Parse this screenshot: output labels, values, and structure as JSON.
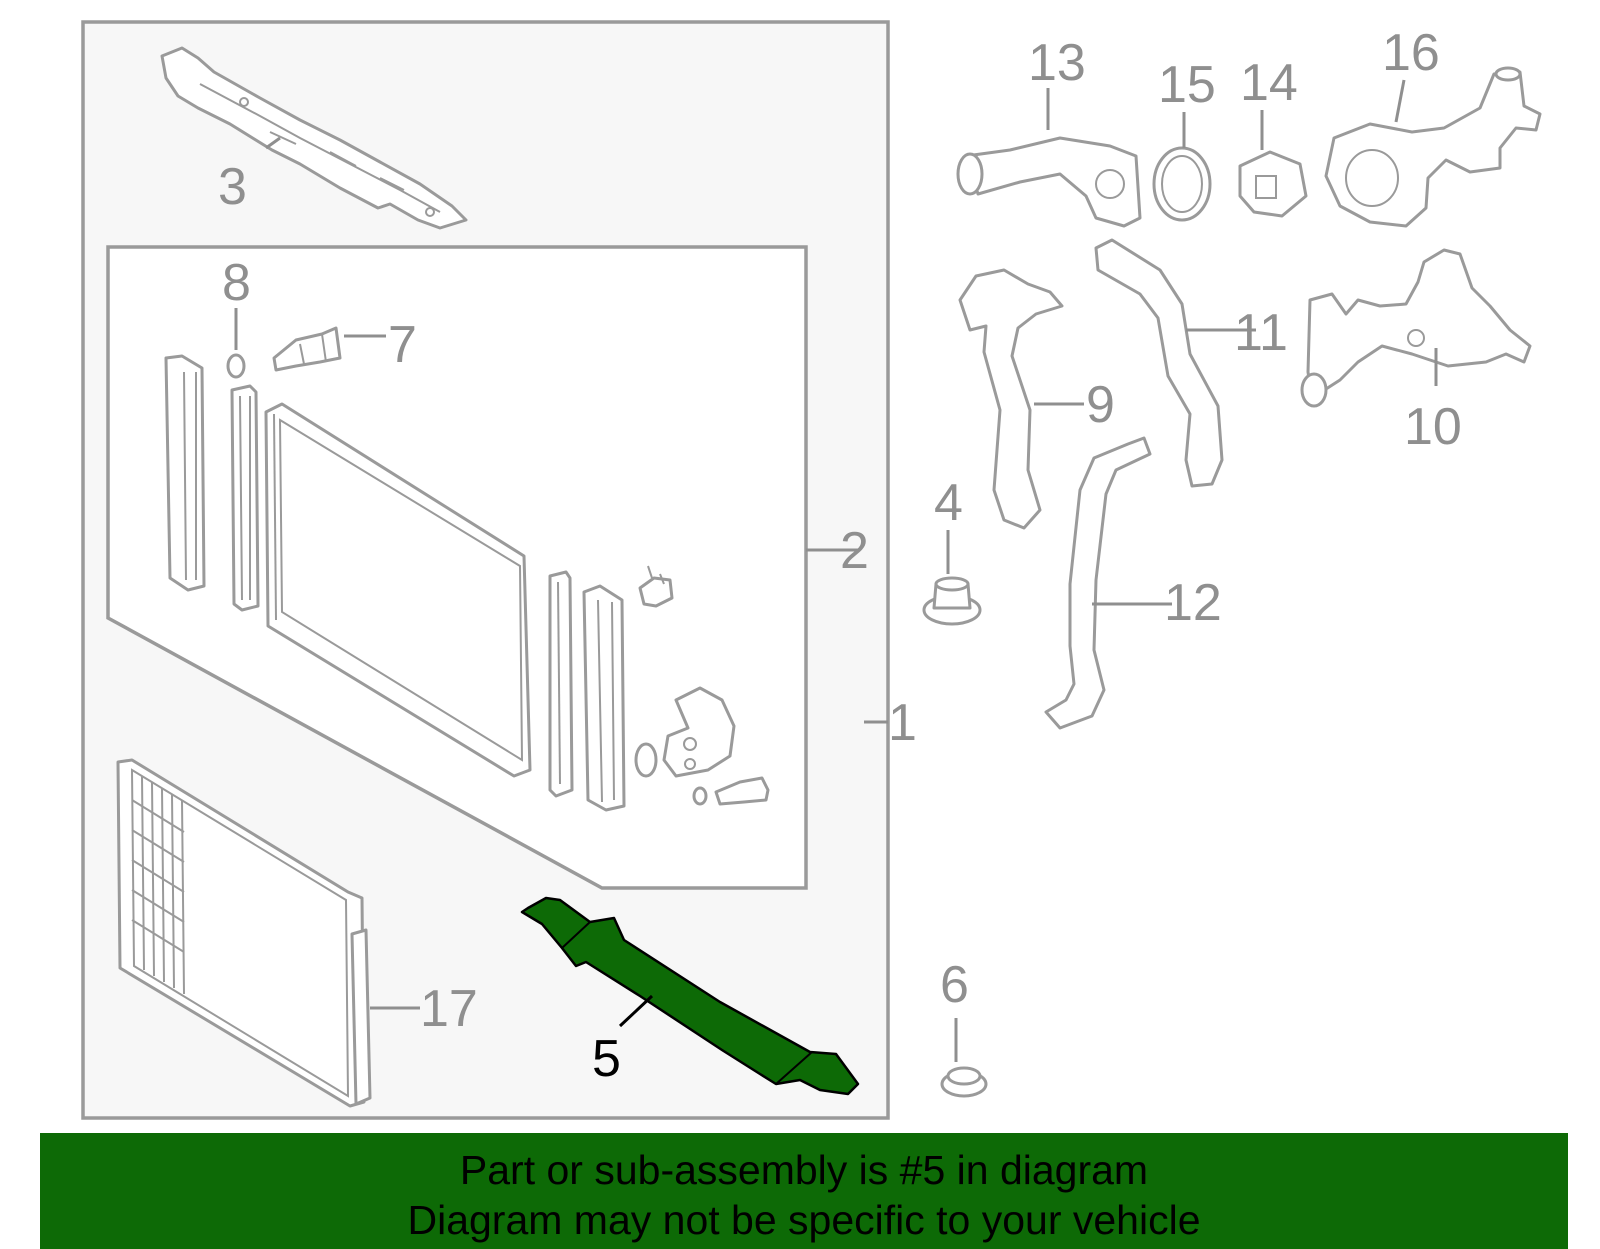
{
  "diagram": {
    "callouts": [
      {
        "id": "1",
        "label": "1",
        "highlighted": false
      },
      {
        "id": "2",
        "label": "2",
        "highlighted": false
      },
      {
        "id": "3",
        "label": "3",
        "highlighted": false
      },
      {
        "id": "4",
        "label": "4",
        "highlighted": false
      },
      {
        "id": "5",
        "label": "5",
        "highlighted": true
      },
      {
        "id": "6",
        "label": "6",
        "highlighted": false
      },
      {
        "id": "7",
        "label": "7",
        "highlighted": false
      },
      {
        "id": "8",
        "label": "8",
        "highlighted": false
      },
      {
        "id": "9",
        "label": "9",
        "highlighted": false
      },
      {
        "id": "10",
        "label": "10",
        "highlighted": false
      },
      {
        "id": "11",
        "label": "11",
        "highlighted": false
      },
      {
        "id": "12",
        "label": "12",
        "highlighted": false
      },
      {
        "id": "13",
        "label": "13",
        "highlighted": false
      },
      {
        "id": "14",
        "label": "14",
        "highlighted": false
      },
      {
        "id": "15",
        "label": "15",
        "highlighted": false
      },
      {
        "id": "16",
        "label": "16",
        "highlighted": false
      },
      {
        "id": "17",
        "label": "17",
        "highlighted": false
      }
    ],
    "highlight_color": "#0d6a06",
    "line_color": "#9a9a9a"
  },
  "banner": {
    "line1": "Part or sub-assembly is #5 in diagram",
    "line2": "Diagram may not be specific to your vehicle",
    "background": "#0d6a06"
  }
}
